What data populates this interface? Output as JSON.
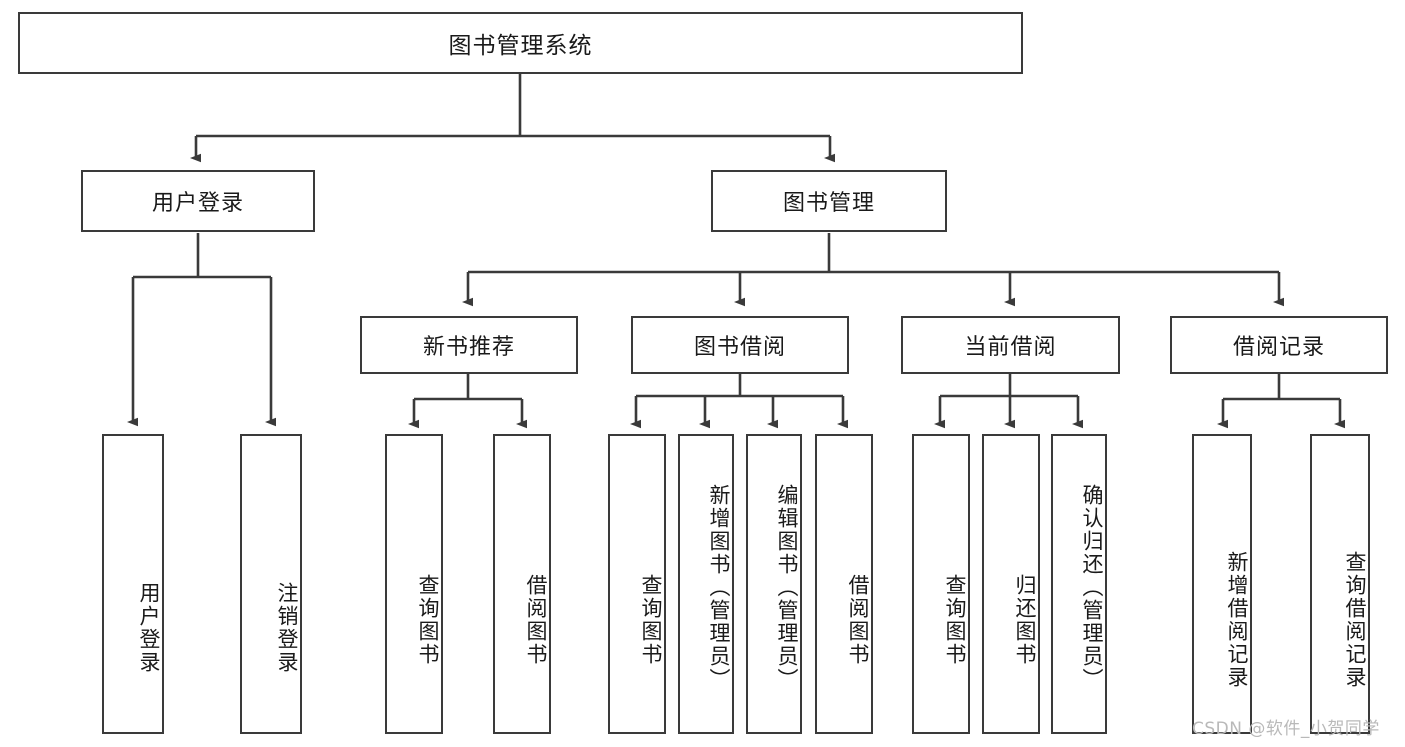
{
  "diagram": {
    "title": "图书管理系统",
    "watermark": "CSDN @软件_小贺同学",
    "line_color": "#3a3a3a",
    "box_border_color": "#3a3a3a",
    "box_fill_color": "#ffffff",
    "text_color": "#1a1a1a",
    "watermark_color": "#b9b9b9"
  },
  "nodes": {
    "root": {
      "label": "图书管理系统"
    },
    "level2": [
      {
        "id": "user-login",
        "label": "用户登录"
      },
      {
        "id": "book-manage",
        "label": "图书管理"
      }
    ],
    "level3": [
      {
        "id": "new-book-recommend",
        "label": "新书推荐"
      },
      {
        "id": "book-borrow",
        "label": "图书借阅"
      },
      {
        "id": "current-borrow",
        "label": "当前借阅"
      },
      {
        "id": "borrow-record",
        "label": "借阅记录"
      }
    ],
    "leaves": {
      "user_login": [
        {
          "id": "leaf-user-login",
          "label": "用户登录"
        },
        {
          "id": "leaf-logout-login",
          "label": "注销登录"
        }
      ],
      "new_book_recommend": [
        {
          "id": "leaf-query-book-1",
          "label": "查询图书"
        },
        {
          "id": "leaf-borrow-book-1",
          "label": "借阅图书"
        }
      ],
      "book_borrow": [
        {
          "id": "leaf-query-book-2",
          "label": "查询图书"
        },
        {
          "id": "leaf-add-book",
          "label": "新增图书（管理员）"
        },
        {
          "id": "leaf-edit-book",
          "label": "编辑图书（管理员）"
        },
        {
          "id": "leaf-borrow-book-2",
          "label": "借阅图书"
        }
      ],
      "current_borrow": [
        {
          "id": "leaf-query-book-3",
          "label": "查询图书"
        },
        {
          "id": "leaf-return-book",
          "label": "归还图书"
        },
        {
          "id": "leaf-confirm-return",
          "label": "确认归还（管理员）"
        }
      ],
      "borrow_record": [
        {
          "id": "leaf-add-record",
          "label": "新增借阅记录"
        },
        {
          "id": "leaf-query-record",
          "label": "查询借阅记录"
        }
      ]
    }
  }
}
